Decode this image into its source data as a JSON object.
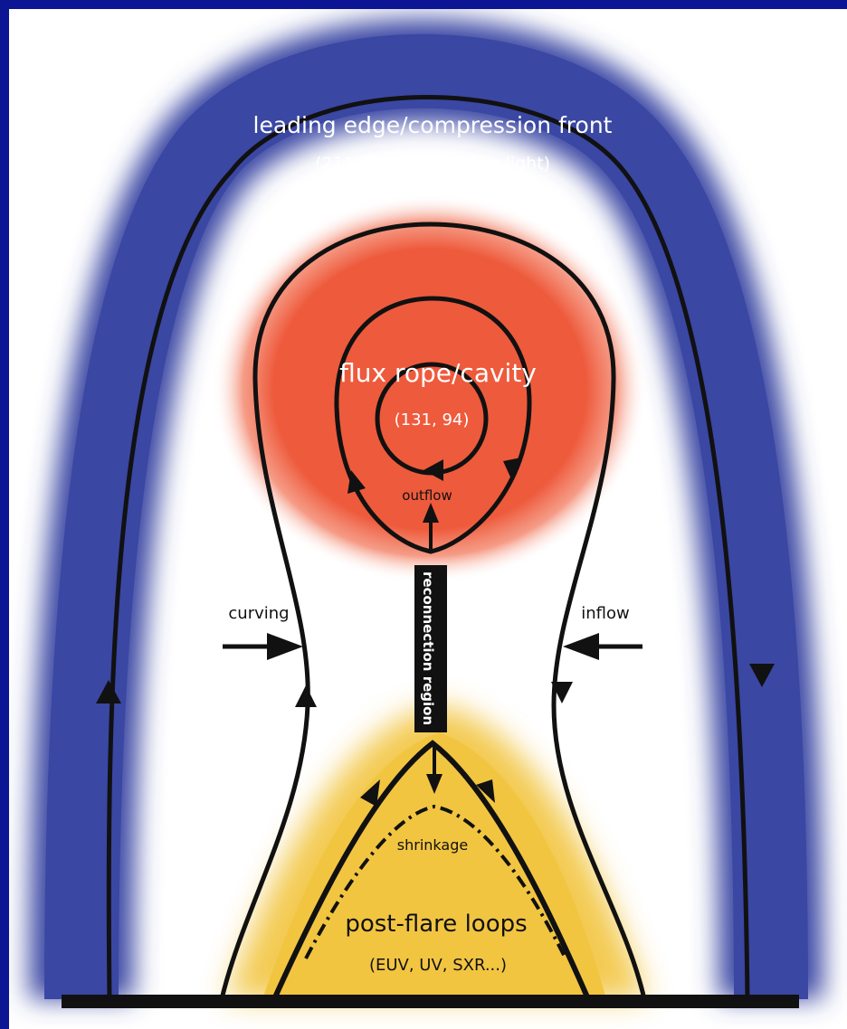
{
  "diagram": {
    "leading_edge_title": "leading edge/compression front",
    "leading_edge_channels": "(211, 193, 171, white light)",
    "flux_rope_title": "flux rope/cavity",
    "flux_rope_channels": "(131, 94)",
    "outflow_label": "outflow",
    "reconnection_label": "reconnection region",
    "curving_label": "curving",
    "inflow_label": "inflow",
    "shrinkage_label": "shrinkage",
    "post_flare_title": "post-flare loops",
    "post_flare_channels": "(EUV, UV, SXR...)"
  },
  "colors": {
    "background": "#0c1594",
    "compression_front": "#3a47a3",
    "flux_rope": "#ee5a3c",
    "post_flare_loops": "#f2c541",
    "field_lines": "#111111"
  },
  "icons": [
    "arrow-right-icon",
    "arrow-left-icon",
    "arrow-up-icon",
    "arrow-down-icon"
  ]
}
